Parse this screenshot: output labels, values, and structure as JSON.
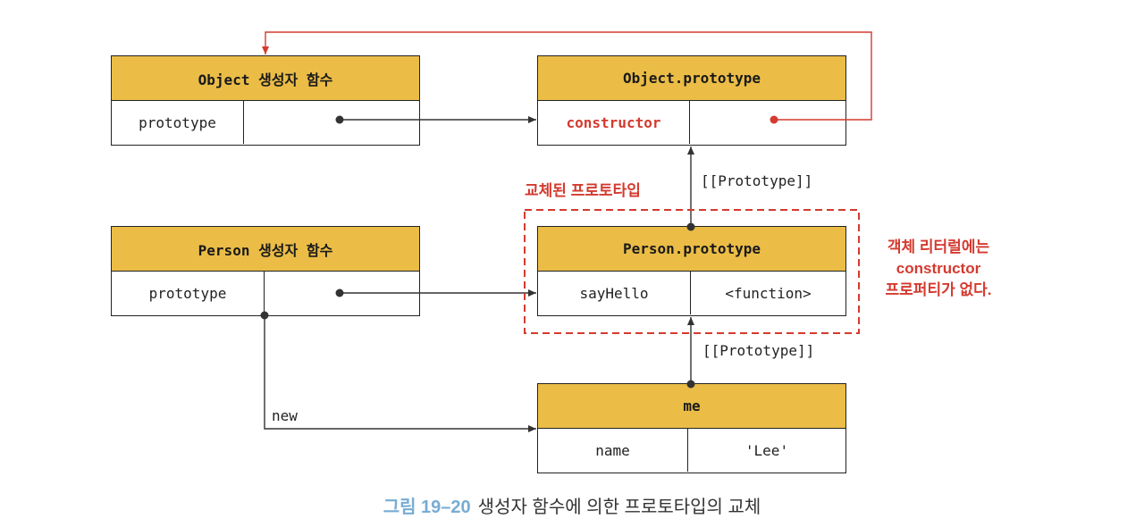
{
  "boxes": {
    "object_ctor": {
      "title": "Object 생성자 함수",
      "key": "prototype",
      "value": ""
    },
    "object_proto": {
      "title": "Object.prototype",
      "key": "constructor",
      "value": ""
    },
    "person_ctor": {
      "title": "Person 생성자 함수",
      "key": "prototype",
      "value": ""
    },
    "person_proto": {
      "title": "Person.prototype",
      "key": "sayHello",
      "value": "<function>"
    },
    "me": {
      "title": "me",
      "key": "name",
      "value": "'Lee'"
    }
  },
  "labels": {
    "proto_link_upper": "[[Prototype]]",
    "proto_link_lower": "[[Prototype]]",
    "new_label": "new"
  },
  "annotations": {
    "replaced_prototype": "교체된 프로토타입",
    "note_line1": "객체 리터럴에는",
    "note_line2": "constructor",
    "note_line3": "프로퍼티가  없다."
  },
  "caption": {
    "number": "그림 19–20",
    "text": "생성자 함수에 의한 프로토타입의 교체"
  },
  "colors": {
    "header_fill": "#ebbd47",
    "accent_red": "#d43a2f",
    "caption_blue": "#78acd3"
  }
}
